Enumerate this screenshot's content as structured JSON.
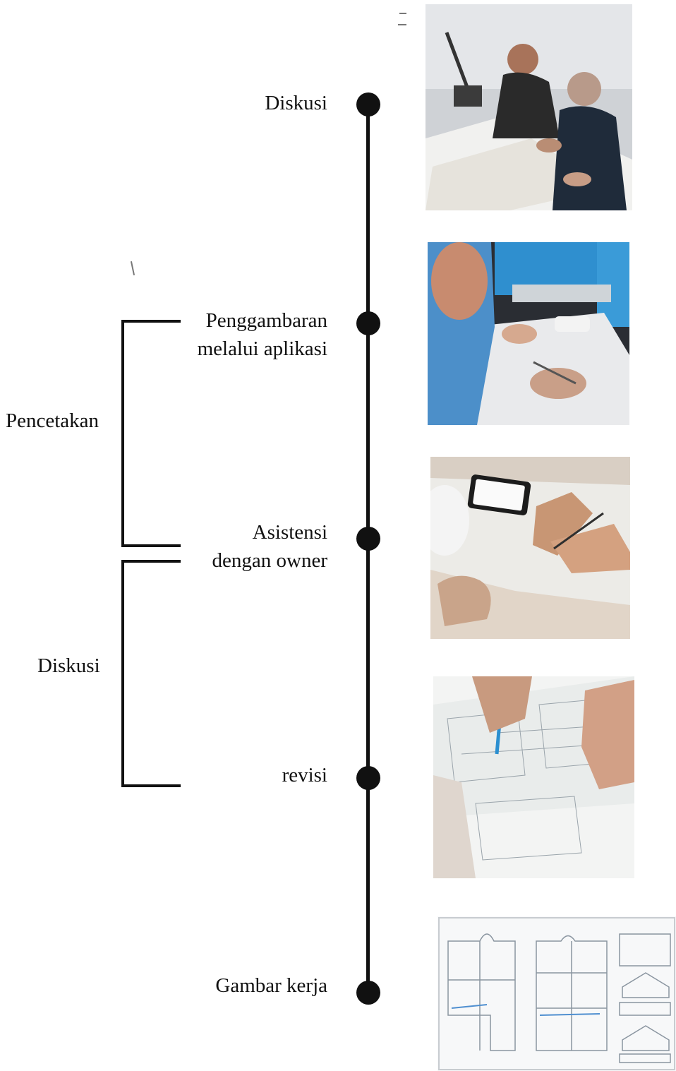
{
  "steps": [
    {
      "label": "Diskusi",
      "image": "photo-two-men-reviewing-drawings"
    },
    {
      "label": "Penggambaran\nmelalui aplikasi",
      "image": "photo-drafting-at-computer"
    },
    {
      "label": "Asistensi\ndengan owner",
      "image": "photo-hands-pointing-at-plan"
    },
    {
      "label": "revisi",
      "image": "photo-hand-drawing-with-pencil"
    },
    {
      "label": "Gambar kerja",
      "image": "image-working-drawing-sheet"
    }
  ],
  "groups": [
    {
      "label": "Pencetakan"
    },
    {
      "label": "Diskusi"
    }
  ],
  "colors": {
    "line": "#111111",
    "background": "#ffffff"
  }
}
